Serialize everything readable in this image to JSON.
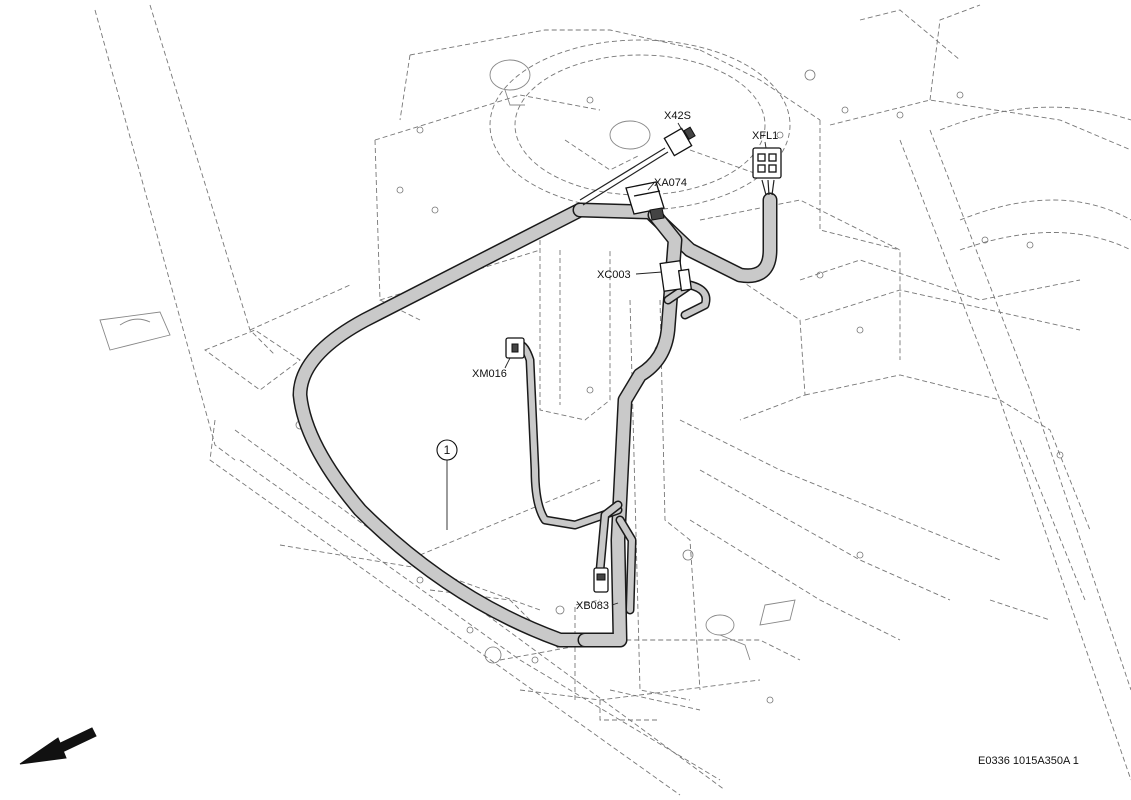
{
  "connectors": [
    {
      "id": "X42S"
    },
    {
      "id": "XFL1"
    },
    {
      "id": "XA074"
    },
    {
      "id": "XC003"
    },
    {
      "id": "XM016"
    },
    {
      "id": "XB083"
    }
  ],
  "callout": {
    "number": "1"
  },
  "reference_code": "E0336 1015A350A 1",
  "direction_indicator": "arrow-down-left-icon"
}
